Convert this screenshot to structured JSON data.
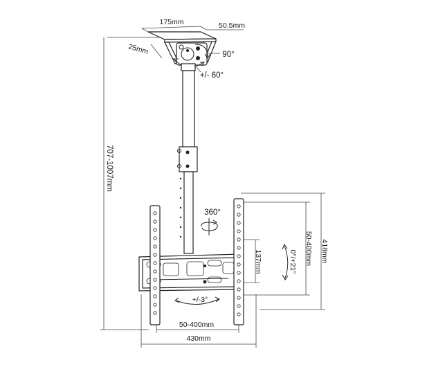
{
  "labels": {
    "plate_width": "175mm",
    "plate_depth": "50.5mm",
    "plate_offset": "25mm",
    "tilt_plate": "90°",
    "swivel": "+/- 60°",
    "pole_length": "707-1007mm",
    "rotation": "360°",
    "vesa_height": "50-400mm",
    "height": "418mm",
    "tilt": "0°/+21°",
    "depth": "137mm",
    "level": "+/-3°",
    "vesa_width": "50-400mm",
    "width": "430mm"
  }
}
